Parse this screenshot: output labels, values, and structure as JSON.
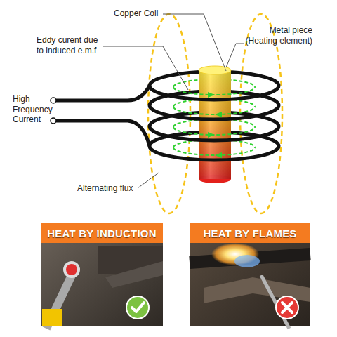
{
  "diagram": {
    "nodes": [
      {
        "text": [
          "HEAT BY INDUCTION"
        ]
      },
      {
        "text": [
          "HEAT BY FLAMES"
        ]
      }
    ],
    "labels": [
      "Copper Coil",
      "Metal piece (Heating element)",
      "Eddy curent due to induced e.m.f",
      "High Frequency Current",
      "Alternating flux"
    ]
  }
}
